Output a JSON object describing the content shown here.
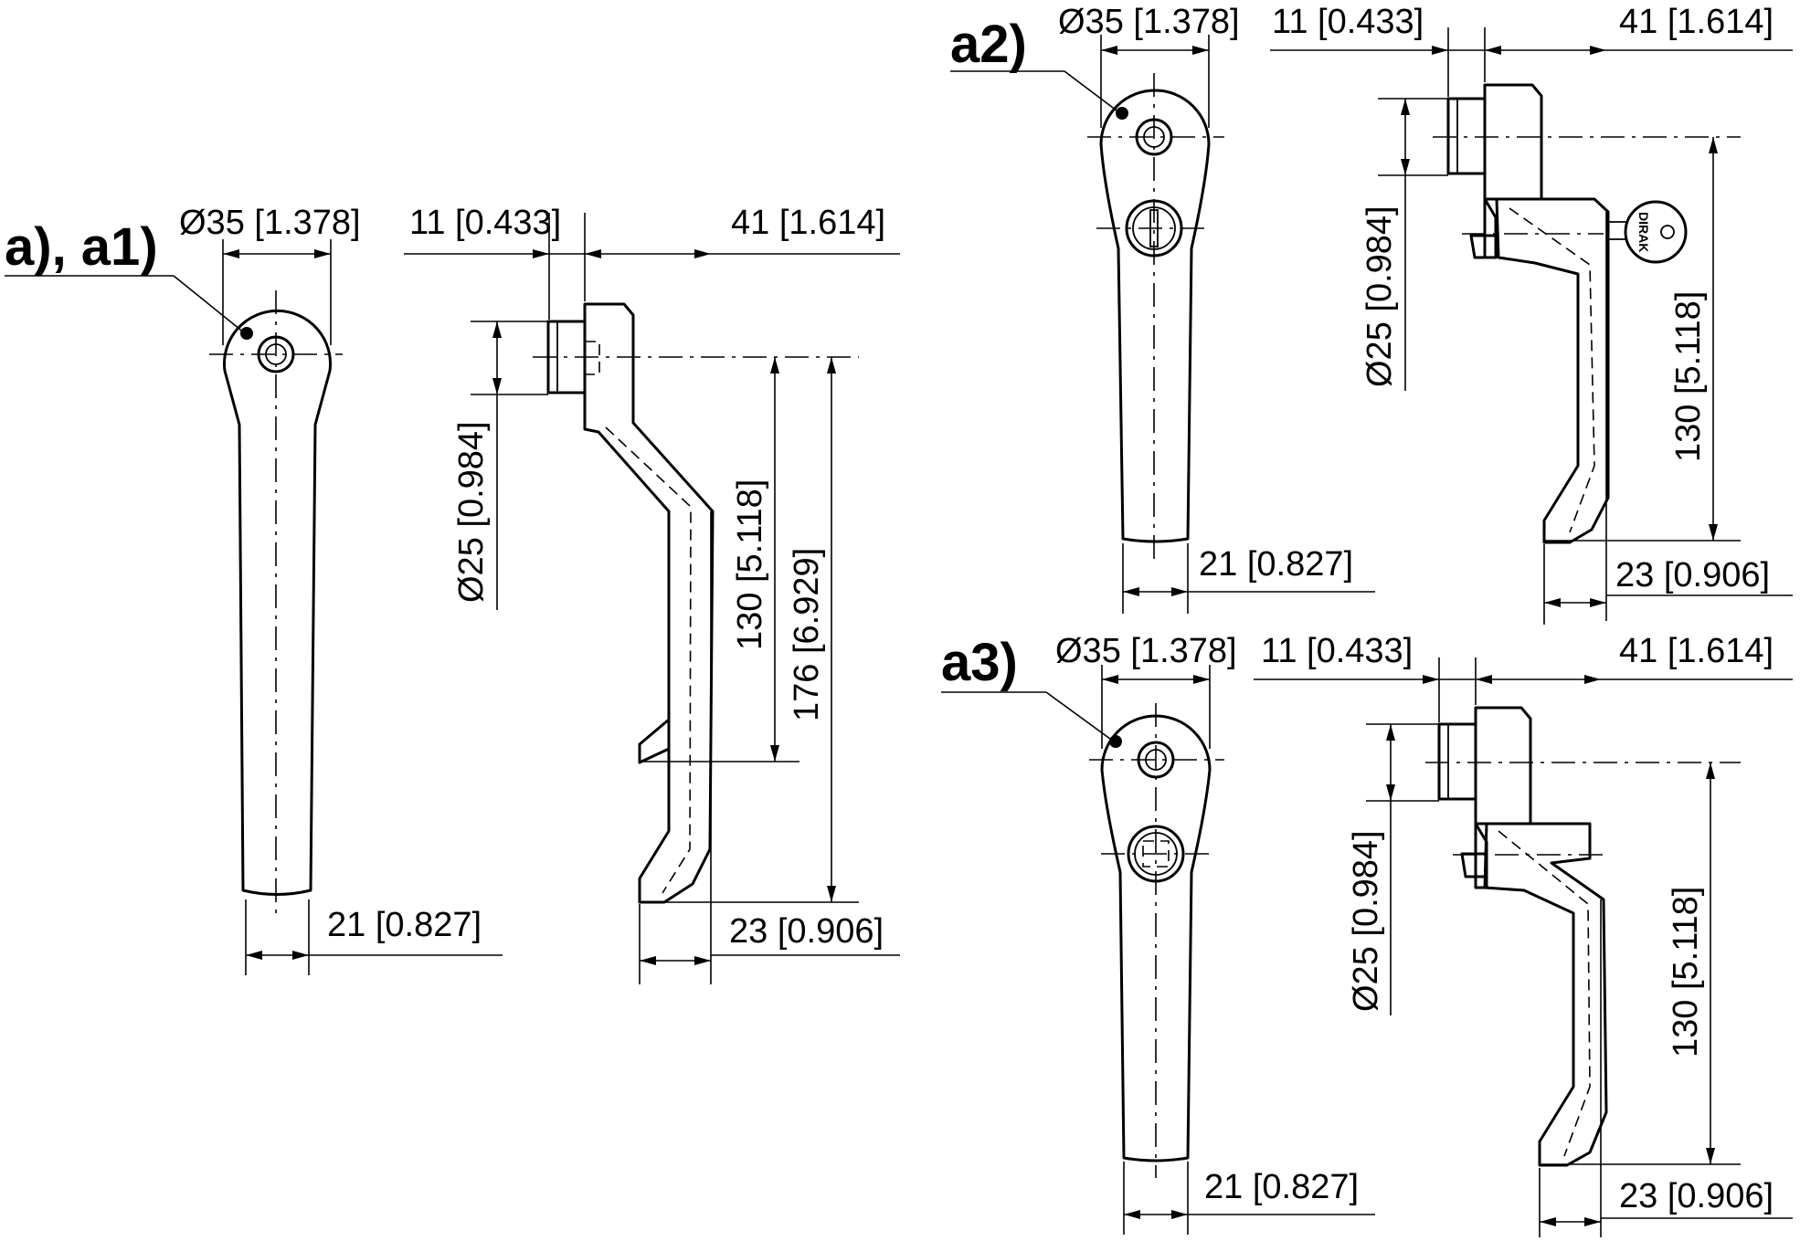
{
  "views": {
    "a": {
      "label": "a), a1)",
      "dims": {
        "diameter_top": "Ø35 [1.378]",
        "offset": "11 [0.433]",
        "depth": "41 [1.614]",
        "diameter_side": "Ø25 [0.984]",
        "length_130": "130 [5.118]",
        "length_176": "176 [6.929]",
        "width": "21 [0.827]",
        "lever_depth": "23 [0.906]"
      }
    },
    "a2": {
      "label": "a2)",
      "logo_text": "DIRAK",
      "dims": {
        "diameter_top": "Ø35 [1.378]",
        "offset": "11 [0.433]",
        "depth": "41 [1.614]",
        "diameter_side": "Ø25 [0.984]",
        "length_130": "130 [5.118]",
        "width": "21 [0.827]",
        "lever_depth": "23 [0.906]"
      }
    },
    "a3": {
      "label": "a3)",
      "dims": {
        "diameter_top": "Ø35 [1.378]",
        "offset": "11 [0.433]",
        "depth": "41 [1.614]",
        "diameter_side": "Ø25 [0.984]",
        "length_130": "130 [5.118]",
        "width": "21 [0.827]",
        "lever_depth": "23 [0.906]"
      }
    }
  }
}
